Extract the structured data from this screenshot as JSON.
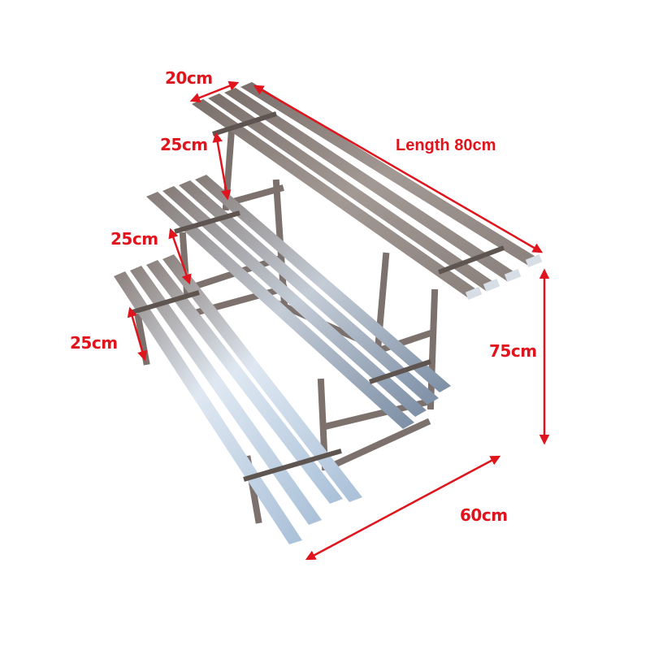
{
  "product": {
    "name": "3-tier stainless steel plant stand",
    "tiers": 3,
    "slats_per_tier": 4
  },
  "colors": {
    "annotation": "#e0141c",
    "steel_dark": "#6e6460",
    "steel_mid": "#9a918d",
    "steel_light": "#c9d6e4",
    "background": "#ffffff"
  },
  "dimensions": {
    "shelf_depth": "20cm",
    "tier_height_top": "25cm",
    "tier_height_middle": "25cm",
    "tier_height_bottom": "25cm",
    "length": "Length 80cm",
    "total_height": "75cm",
    "total_depth": "60cm"
  }
}
